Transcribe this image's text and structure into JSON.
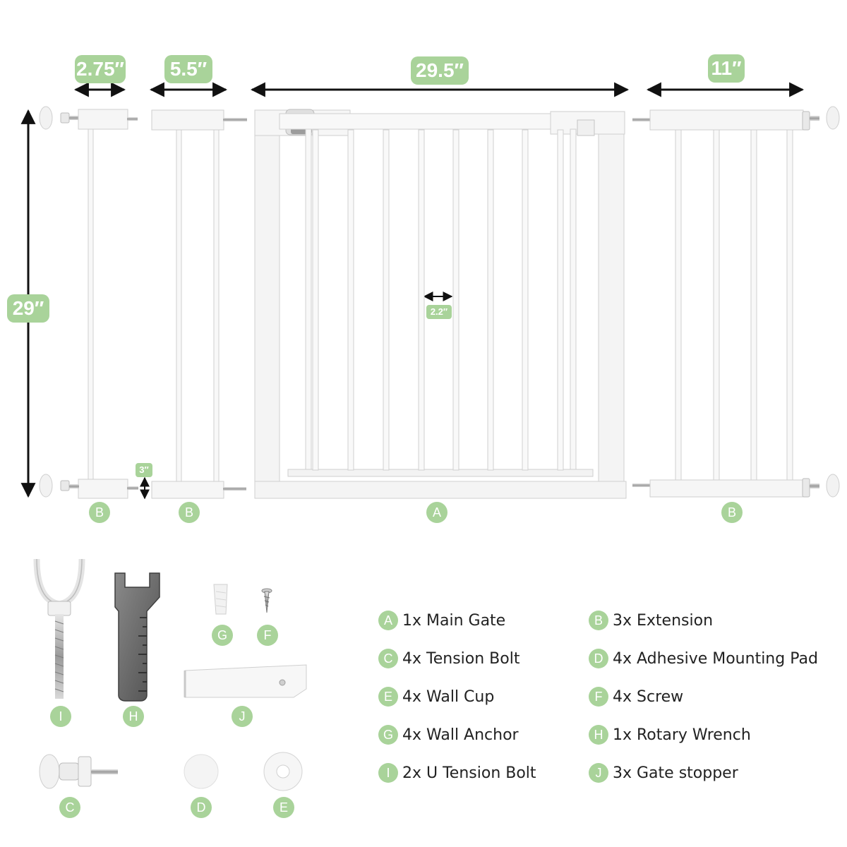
{
  "dimensions": {
    "ext_small_width": "2.75″",
    "ext_medium_width": "5.5″",
    "gate_width": "29.5″",
    "ext_large_width": "11″",
    "height": "29″",
    "bar_spacing": "2.2″",
    "bottom_gap": "3″"
  },
  "panel_labels": {
    "ext_small": "B",
    "ext_medium": "B",
    "gate": "A",
    "ext_large": "B"
  },
  "part_labels": {
    "u_bolt": "I",
    "wrench": "H",
    "anchor": "G",
    "screw": "F",
    "stopper": "J",
    "tension_bolt": "C",
    "pad": "D",
    "wall_cup": "E"
  },
  "legend": [
    {
      "letter": "A",
      "text": "1x Main Gate"
    },
    {
      "letter": "B",
      "text": "3x Extension"
    },
    {
      "letter": "C",
      "text": "4x Tension Bolt"
    },
    {
      "letter": "D",
      "text": "4x Adhesive Mounting Pad"
    },
    {
      "letter": "E",
      "text": "4x Wall Cup"
    },
    {
      "letter": "F",
      "text": "4x Screw"
    },
    {
      "letter": "G",
      "text": "4x Wall Anchor"
    },
    {
      "letter": "H",
      "text": "1x Rotary Wrench"
    },
    {
      "letter": "I",
      "text": "2x U Tension Bolt"
    },
    {
      "letter": "J",
      "text": "3x Gate stopper"
    }
  ],
  "colors": {
    "accent": "#a9d39a",
    "frame": "#f3f3f3",
    "frame_stroke": "#c9c9c9",
    "arrow": "#111111",
    "metal": "#b8b8b8",
    "wrench": "#6b6b6b"
  }
}
